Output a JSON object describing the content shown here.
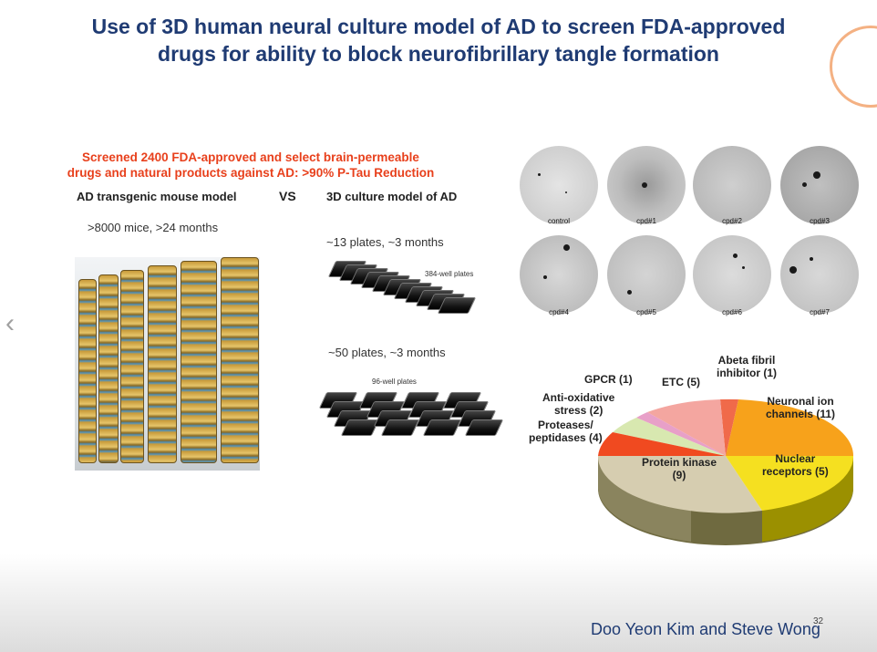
{
  "slide": {
    "title_line1": "Use of 3D human neural culture model of AD to screen FDA-approved",
    "title_line2": "drugs for ability to block neurofibrillary tangle formation",
    "red_line1": "Screened 2400 FDA-approved and select brain-permeable",
    "red_line2": "drugs and natural products against AD: >90% P-Tau Reduction",
    "left_heading": "AD transgenic mouse model",
    "vs": "VS",
    "right_heading": "3D culture model of AD",
    "mouse_stats": ">8000 mice,  >24 months",
    "plates384_stats": "~13  plates, ~3 months",
    "plates384_label": "384-well plates",
    "plates96_stats": "~50 plates, ~3 months",
    "plates96_label": "96-well plates",
    "credit": "Doo Yeon Kim and Steve Wong",
    "page_number": "32"
  },
  "wells": [
    "control",
    "cpd#1",
    "cpd#2",
    "cpd#3",
    "cpd#4",
    "cpd#5",
    "cpd#6",
    "cpd#7"
  ],
  "pie": {
    "labels": {
      "abeta_line1": "Abeta fibril",
      "abeta_line2": "inhibitor (1)",
      "etc": "ETC (5)",
      "gpcr": "GPCR  (1)",
      "antiox_line1": "Anti-oxidative",
      "antiox_line2": "stress  (2)",
      "protease_line1": "Proteases/",
      "protease_line2": "peptidases  (4)",
      "neuronal_line1": "Neuronal ion",
      "neuronal_line2": "channels  (11)",
      "nuclear_line1": "Nuclear",
      "nuclear_line2": "receptors (5)",
      "kinase_line1": "Protein kinase",
      "kinase_line2": "(9)"
    },
    "colors": {
      "abeta": "#f06a4a",
      "etc": "#f4a6a0",
      "gpcr": "#e8a0c8",
      "antiox": "#d8e8b0",
      "protease": "#f04a20",
      "neuronal": "#f7a21b",
      "nuclear": "#f5e020",
      "kinase": "#d6cdb0"
    }
  },
  "nav": {
    "prev": "‹"
  }
}
